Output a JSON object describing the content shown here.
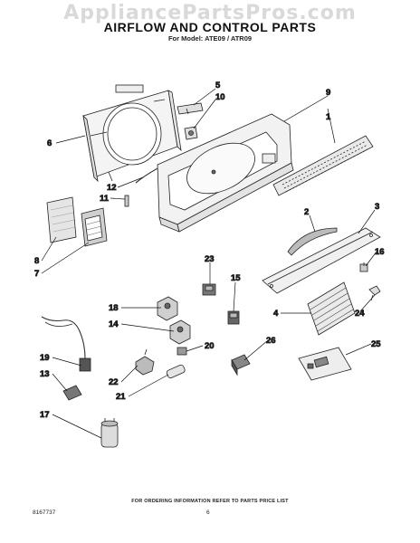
{
  "header": {
    "watermark": "AppliancePartsPros.com",
    "title": "AIRFLOW AND CONTROL PARTS",
    "subtitle": "For Model: ATE09 / ATR09"
  },
  "callouts": [
    "1",
    "2",
    "3",
    "4",
    "5",
    "6",
    "7",
    "8",
    "9",
    "10",
    "11",
    "12",
    "13",
    "14",
    "15",
    "16",
    "17",
    "18",
    "19",
    "20",
    "21",
    "22",
    "23",
    "24",
    "25",
    "26"
  ],
  "footer": {
    "note": "FOR ORDERING INFORMATION REFER TO PARTS PRICE LIST",
    "doc_number": "8167737",
    "page_number": "6"
  }
}
